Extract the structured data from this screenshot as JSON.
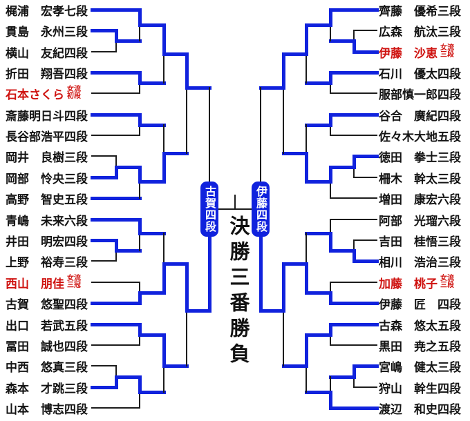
{
  "title": "shogi-tournament-bracket",
  "colors": {
    "winner_blue": "#1022dd",
    "line_black": "#1c1c1c",
    "female_red": "#cf1310"
  },
  "center": {
    "final_label": "決勝三番勝負",
    "left_finalist": "古賀四段",
    "right_finalist": "伊藤四段"
  },
  "rows_y": [
    14,
    44,
    75,
    105,
    135,
    166,
    196,
    226,
    257,
    287,
    318,
    348,
    378,
    409,
    439,
    470,
    500,
    530,
    561,
    591
  ],
  "left_players": [
    {
      "name": "梶浦　宏孝七段",
      "red": false
    },
    {
      "name": "貫島　永州三段",
      "red": false
    },
    {
      "name": "横山　友紀四段",
      "red": false
    },
    {
      "name": "折田　翔吾四段",
      "red": false
    },
    {
      "name": "石本さくら",
      "red": true,
      "badge": [
        "女流",
        "初段"
      ]
    },
    {
      "name": "斎藤明日斗四段",
      "red": false
    },
    {
      "name": "長谷部浩平四段",
      "red": false
    },
    {
      "name": "岡井　良樹三段",
      "red": false
    },
    {
      "name": "岡部　怜央三段",
      "red": false
    },
    {
      "name": "高野　智史五段",
      "red": false
    },
    {
      "name": "青嶋　未来六段",
      "red": false
    },
    {
      "name": "井田　明宏四段",
      "red": false
    },
    {
      "name": "上野　裕寿三段",
      "red": false
    },
    {
      "name": "西山　朋佳",
      "red": true,
      "badge": [
        "女流",
        "三冠"
      ]
    },
    {
      "name": "古賀　悠聖四段",
      "red": false
    },
    {
      "name": "出口　若武五段",
      "red": false
    },
    {
      "name": "冨田　誠也四段",
      "red": false
    },
    {
      "name": "中西　悠真三段",
      "red": false
    },
    {
      "name": "森本　才跳三段",
      "red": false
    },
    {
      "name": "山本　博志四段",
      "red": false
    }
  ],
  "right_players": [
    {
      "name": "齊藤　優希三段",
      "red": false
    },
    {
      "name": "広森　航汰三段",
      "red": false
    },
    {
      "name": "伊藤　沙恵",
      "red": true,
      "badge": [
        "女流",
        "三段"
      ]
    },
    {
      "name": "石川　優太四段",
      "red": false
    },
    {
      "name": "服部慎一郎四段",
      "red": false
    },
    {
      "name": "谷合　廣紀四段",
      "red": false
    },
    {
      "name": "佐々木大地五段",
      "red": false
    },
    {
      "name": "徳田　拳士三段",
      "red": false
    },
    {
      "name": "柵木　幹太三段",
      "red": false
    },
    {
      "name": "増田　康宏六段",
      "red": false
    },
    {
      "name": "阿部　光瑠六段",
      "red": false
    },
    {
      "name": "吉田　桂悟三段",
      "red": false
    },
    {
      "name": "相川　浩治三段",
      "red": false
    },
    {
      "name": "加藤　桃子",
      "red": true,
      "badge": [
        "女流",
        "三段"
      ]
    },
    {
      "name": "伊藤　匠　四段",
      "red": false
    },
    {
      "name": "古森　悠太五段",
      "red": false
    },
    {
      "name": "黒田　尭之五段",
      "red": false
    },
    {
      "name": "宮嶋　健太三段",
      "red": false
    },
    {
      "name": "狩山　幹生四段",
      "red": false
    },
    {
      "name": "渡辺　和史四段",
      "red": false
    }
  ],
  "segments": [
    [
      133,
      14,
      202,
      14,
      "b"
    ],
    [
      133,
      44,
      168,
      44,
      "b"
    ],
    [
      133,
      75,
      168,
      75,
      "k"
    ],
    [
      133,
      105,
      202,
      105,
      "b"
    ],
    [
      133,
      135,
      202,
      135,
      "k"
    ],
    [
      133,
      166,
      202,
      166,
      "b"
    ],
    [
      133,
      196,
      202,
      196,
      "k"
    ],
    [
      133,
      226,
      168,
      226,
      "k"
    ],
    [
      133,
      257,
      168,
      257,
      "b"
    ],
    [
      133,
      287,
      202,
      287,
      "b"
    ],
    [
      133,
      318,
      202,
      318,
      "b"
    ],
    [
      133,
      348,
      168,
      348,
      "b"
    ],
    [
      133,
      378,
      168,
      378,
      "k"
    ],
    [
      133,
      409,
      202,
      409,
      "k"
    ],
    [
      133,
      439,
      202,
      439,
      "b"
    ],
    [
      133,
      470,
      202,
      470,
      "b"
    ],
    [
      133,
      500,
      202,
      500,
      "k"
    ],
    [
      133,
      530,
      168,
      530,
      "k"
    ],
    [
      133,
      561,
      168,
      561,
      "b"
    ],
    [
      133,
      591,
      202,
      591,
      "k"
    ],
    [
      168,
      44,
      168,
      59,
      "b"
    ],
    [
      168,
      59,
      168,
      75,
      "k"
    ],
    [
      168,
      59,
      202,
      59,
      "b"
    ],
    [
      202,
      14,
      202,
      36,
      "b"
    ],
    [
      202,
      36,
      202,
      59,
      "k"
    ],
    [
      202,
      36,
      237,
      36,
      "b"
    ],
    [
      202,
      105,
      202,
      120,
      "b"
    ],
    [
      202,
      120,
      202,
      135,
      "k"
    ],
    [
      202,
      120,
      237,
      120,
      "b"
    ],
    [
      237,
      36,
      237,
      78,
      "b"
    ],
    [
      237,
      78,
      237,
      120,
      "k"
    ],
    [
      237,
      78,
      270,
      78,
      "b"
    ],
    [
      202,
      166,
      202,
      181,
      "b"
    ],
    [
      202,
      181,
      202,
      196,
      "k"
    ],
    [
      202,
      181,
      237,
      181,
      "b"
    ],
    [
      168,
      226,
      168,
      242,
      "k"
    ],
    [
      168,
      242,
      168,
      257,
      "b"
    ],
    [
      168,
      242,
      202,
      242,
      "b"
    ],
    [
      202,
      242,
      202,
      263,
      "b"
    ],
    [
      202,
      263,
      202,
      287,
      "k"
    ],
    [
      202,
      263,
      237,
      263,
      "b"
    ],
    [
      237,
      181,
      237,
      222,
      "k"
    ],
    [
      237,
      222,
      237,
      263,
      "b"
    ],
    [
      237,
      222,
      270,
      222,
      "b"
    ],
    [
      270,
      78,
      270,
      127,
      "b"
    ],
    [
      270,
      127,
      270,
      222,
      "k"
    ],
    [
      270,
      127,
      303,
      127,
      "b"
    ],
    [
      303,
      127,
      303,
      263,
      "k"
    ],
    [
      168,
      348,
      168,
      363,
      "b"
    ],
    [
      168,
      363,
      168,
      378,
      "k"
    ],
    [
      168,
      363,
      202,
      363,
      "b"
    ],
    [
      202,
      318,
      202,
      338,
      "b"
    ],
    [
      202,
      338,
      202,
      363,
      "k"
    ],
    [
      202,
      338,
      237,
      338,
      "b"
    ],
    [
      202,
      409,
      202,
      424,
      "k"
    ],
    [
      202,
      424,
      202,
      439,
      "b"
    ],
    [
      202,
      424,
      237,
      424,
      "b"
    ],
    [
      237,
      338,
      237,
      382,
      "k"
    ],
    [
      237,
      382,
      237,
      424,
      "b"
    ],
    [
      237,
      382,
      270,
      382,
      "b"
    ],
    [
      202,
      470,
      202,
      485,
      "b"
    ],
    [
      202,
      485,
      202,
      500,
      "k"
    ],
    [
      202,
      485,
      237,
      485,
      "b"
    ],
    [
      168,
      530,
      168,
      546,
      "k"
    ],
    [
      168,
      546,
      168,
      561,
      "b"
    ],
    [
      168,
      546,
      202,
      546,
      "b"
    ],
    [
      202,
      546,
      202,
      568,
      "b"
    ],
    [
      202,
      568,
      202,
      591,
      "k"
    ],
    [
      202,
      568,
      237,
      568,
      "b"
    ],
    [
      237,
      485,
      237,
      530,
      "b"
    ],
    [
      237,
      530,
      237,
      568,
      "k"
    ],
    [
      237,
      530,
      270,
      530,
      "b"
    ],
    [
      270,
      382,
      270,
      450,
      "b"
    ],
    [
      270,
      450,
      270,
      530,
      "k"
    ],
    [
      270,
      450,
      303,
      450,
      "b"
    ],
    [
      303,
      343,
      303,
      450,
      "b"
    ],
    [
      478,
      14,
      545,
      14,
      "b"
    ],
    [
      512,
      44,
      545,
      44,
      "k"
    ],
    [
      512,
      75,
      545,
      75,
      "b"
    ],
    [
      478,
      105,
      545,
      105,
      "b"
    ],
    [
      478,
      135,
      545,
      135,
      "k"
    ],
    [
      478,
      166,
      545,
      166,
      "b"
    ],
    [
      478,
      196,
      545,
      196,
      "k"
    ],
    [
      512,
      226,
      545,
      226,
      "b"
    ],
    [
      512,
      257,
      545,
      257,
      "k"
    ],
    [
      478,
      287,
      545,
      287,
      "k"
    ],
    [
      478,
      318,
      545,
      318,
      "k"
    ],
    [
      512,
      348,
      545,
      348,
      "k"
    ],
    [
      512,
      378,
      545,
      378,
      "b"
    ],
    [
      478,
      409,
      545,
      409,
      "k"
    ],
    [
      478,
      439,
      545,
      439,
      "b"
    ],
    [
      478,
      470,
      545,
      470,
      "b"
    ],
    [
      478,
      500,
      545,
      500,
      "k"
    ],
    [
      512,
      530,
      545,
      530,
      "b"
    ],
    [
      512,
      561,
      545,
      561,
      "k"
    ],
    [
      478,
      591,
      545,
      591,
      "b"
    ],
    [
      512,
      44,
      512,
      59,
      "k"
    ],
    [
      512,
      59,
      512,
      75,
      "b"
    ],
    [
      478,
      59,
      512,
      59,
      "b"
    ],
    [
      478,
      14,
      478,
      36,
      "b"
    ],
    [
      478,
      36,
      478,
      59,
      "k"
    ],
    [
      443,
      36,
      478,
      36,
      "b"
    ],
    [
      478,
      105,
      478,
      120,
      "b"
    ],
    [
      478,
      120,
      478,
      135,
      "k"
    ],
    [
      443,
      120,
      478,
      120,
      "b"
    ],
    [
      443,
      36,
      443,
      78,
      "b"
    ],
    [
      443,
      78,
      443,
      120,
      "k"
    ],
    [
      410,
      78,
      443,
      78,
      "b"
    ],
    [
      478,
      166,
      478,
      181,
      "b"
    ],
    [
      478,
      181,
      478,
      196,
      "k"
    ],
    [
      443,
      181,
      478,
      181,
      "b"
    ],
    [
      512,
      226,
      512,
      242,
      "b"
    ],
    [
      512,
      242,
      512,
      257,
      "k"
    ],
    [
      478,
      242,
      512,
      242,
      "b"
    ],
    [
      478,
      242,
      478,
      263,
      "b"
    ],
    [
      478,
      263,
      478,
      287,
      "k"
    ],
    [
      443,
      263,
      478,
      263,
      "b"
    ],
    [
      443,
      181,
      443,
      222,
      "k"
    ],
    [
      443,
      222,
      443,
      263,
      "b"
    ],
    [
      410,
      222,
      443,
      222,
      "b"
    ],
    [
      410,
      78,
      410,
      127,
      "b"
    ],
    [
      410,
      127,
      410,
      222,
      "k"
    ],
    [
      377,
      127,
      410,
      127,
      "b"
    ],
    [
      377,
      127,
      377,
      263,
      "k"
    ],
    [
      512,
      348,
      512,
      363,
      "k"
    ],
    [
      512,
      363,
      512,
      378,
      "b"
    ],
    [
      478,
      363,
      512,
      363,
      "b"
    ],
    [
      478,
      318,
      478,
      338,
      "k"
    ],
    [
      478,
      338,
      478,
      363,
      "b"
    ],
    [
      443,
      338,
      478,
      338,
      "b"
    ],
    [
      478,
      409,
      478,
      424,
      "k"
    ],
    [
      478,
      424,
      478,
      439,
      "b"
    ],
    [
      443,
      424,
      478,
      424,
      "b"
    ],
    [
      443,
      338,
      443,
      382,
      "k"
    ],
    [
      443,
      382,
      443,
      424,
      "b"
    ],
    [
      410,
      382,
      443,
      382,
      "b"
    ],
    [
      478,
      470,
      478,
      485,
      "b"
    ],
    [
      478,
      485,
      478,
      500,
      "k"
    ],
    [
      443,
      485,
      478,
      485,
      "b"
    ],
    [
      512,
      530,
      512,
      546,
      "b"
    ],
    [
      512,
      546,
      512,
      561,
      "k"
    ],
    [
      478,
      546,
      512,
      546,
      "b"
    ],
    [
      478,
      546,
      478,
      568,
      "k"
    ],
    [
      478,
      568,
      478,
      591,
      "b"
    ],
    [
      443,
      568,
      478,
      568,
      "b"
    ],
    [
      443,
      485,
      443,
      530,
      "b"
    ],
    [
      443,
      530,
      443,
      568,
      "k"
    ],
    [
      410,
      530,
      443,
      530,
      "b"
    ],
    [
      410,
      382,
      410,
      450,
      "b"
    ],
    [
      410,
      450,
      410,
      530,
      "k"
    ],
    [
      377,
      450,
      410,
      450,
      "b"
    ],
    [
      377,
      343,
      377,
      450,
      "b"
    ],
    [
      317,
      303,
      363,
      303,
      "k"
    ],
    [
      340,
      283,
      340,
      303,
      "k"
    ]
  ]
}
